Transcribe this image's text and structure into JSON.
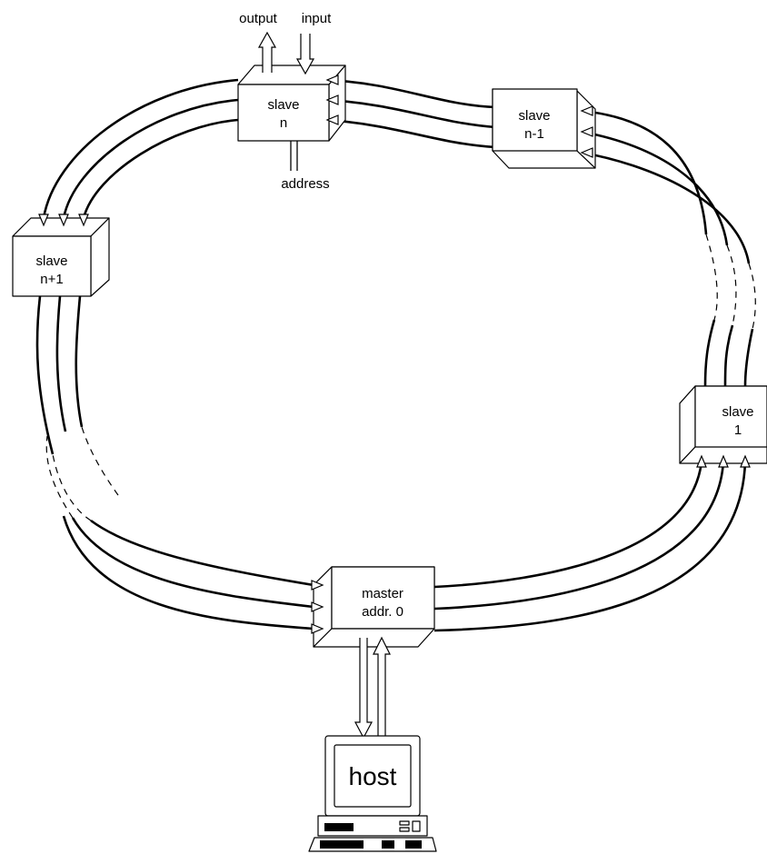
{
  "nodes": {
    "slave_n": {
      "line1": "slave",
      "line2": "n"
    },
    "slave_n_m1": {
      "line1": "slave",
      "line2": "n-1"
    },
    "slave_n_p1": {
      "line1": "slave",
      "line2": "n+1"
    },
    "slave_1": {
      "line1": "slave",
      "line2": "1"
    },
    "master": {
      "line1": "master",
      "line2": "addr. 0"
    }
  },
  "io_labels": {
    "output": "output",
    "input": "input",
    "address": "address"
  },
  "host": {
    "label": "host"
  }
}
